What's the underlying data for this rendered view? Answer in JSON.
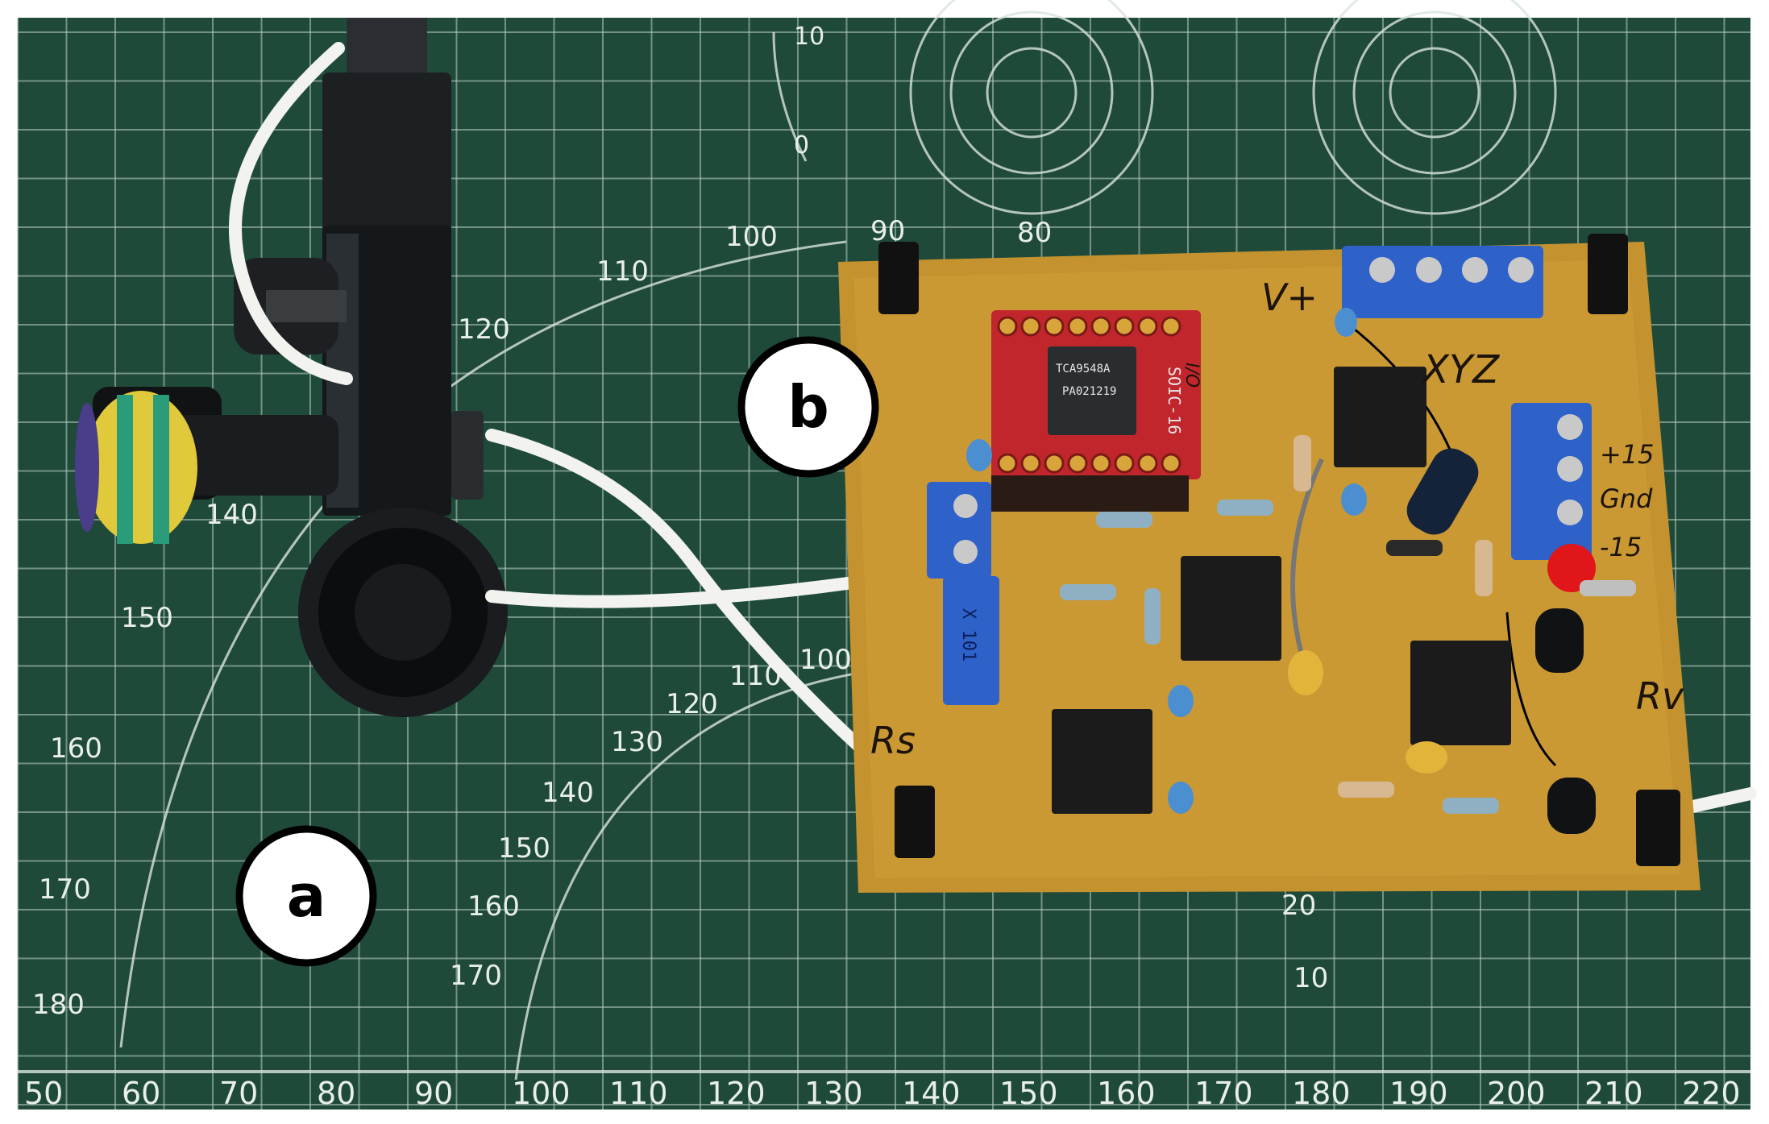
{
  "labels": {
    "a": "a",
    "b": "b"
  },
  "mat": {
    "bottom_ruler": [
      "50",
      "60",
      "70",
      "80",
      "90",
      "100",
      "110",
      "120",
      "130",
      "140",
      "150",
      "160",
      "170",
      "180",
      "190",
      "200",
      "210",
      "220"
    ],
    "left_arc": [
      "140",
      "150",
      "160",
      "170",
      "180"
    ],
    "top_arc": [
      "90",
      "100",
      "110",
      "120"
    ],
    "top_small": [
      "10",
      "0",
      "80"
    ],
    "lower_arc": [
      "100",
      "110",
      "120",
      "130",
      "140",
      "150",
      "160",
      "170"
    ],
    "right_small": [
      "20",
      "10"
    ]
  },
  "pcb_marks": {
    "vplus": "V+",
    "xyz": "XYZ",
    "plus15": "+15",
    "gnd": "Gnd",
    "minus15": "-15",
    "rv": "Rv",
    "rs": "Rs",
    "soic": "SOIC-16",
    "io": "I/O",
    "chip_line1": "TCA9548A",
    "chip_line2": "PA021219",
    "pot_label": "X 101"
  },
  "colors": {
    "mat": "#1f4a3a",
    "grid": "#b9cfc3",
    "pcb": "#c4922e",
    "breakout": "#c0262c",
    "terminal": "#2f62c8",
    "ic": "#1b1b1b"
  }
}
